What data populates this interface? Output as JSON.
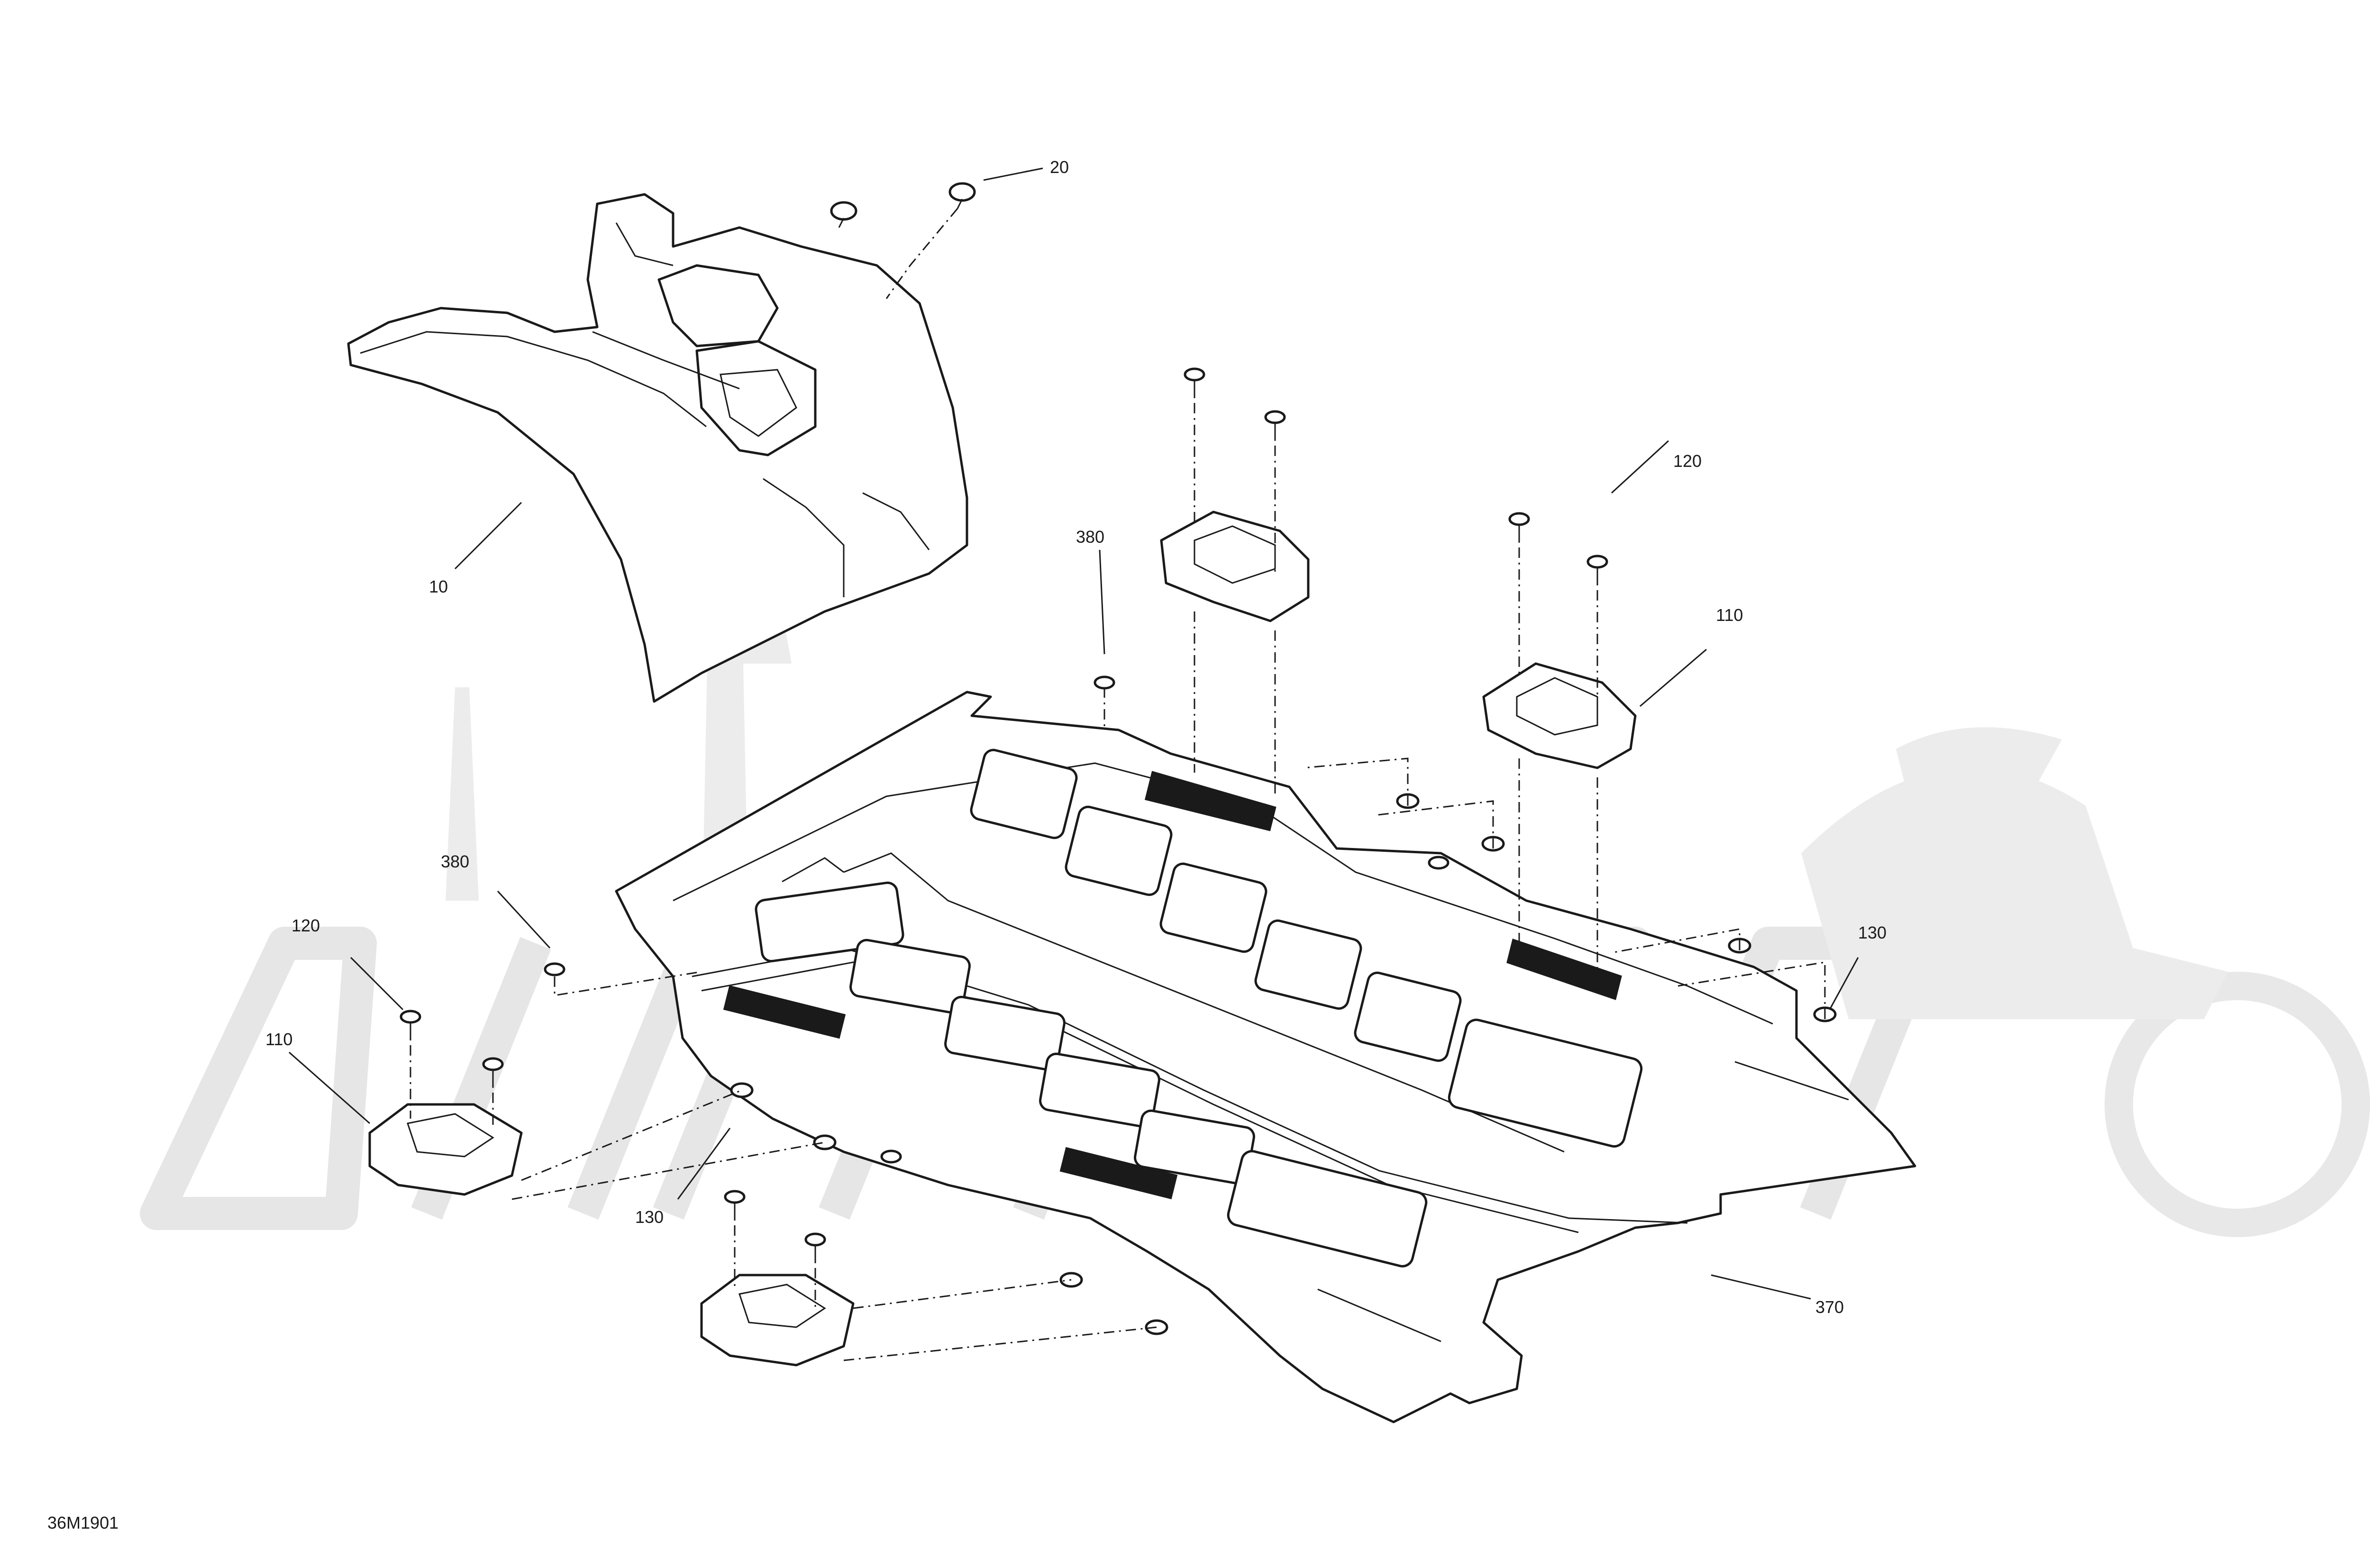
{
  "diagram": {
    "id_label": "36M1901",
    "callouts": [
      {
        "label": "20"
      },
      {
        "label": "10"
      },
      {
        "label": "380"
      },
      {
        "label": "120"
      },
      {
        "label": "110"
      },
      {
        "label": "380"
      },
      {
        "label": "120"
      },
      {
        "label": "110"
      },
      {
        "label": "130"
      },
      {
        "label": "130"
      },
      {
        "label": "370"
      }
    ]
  }
}
